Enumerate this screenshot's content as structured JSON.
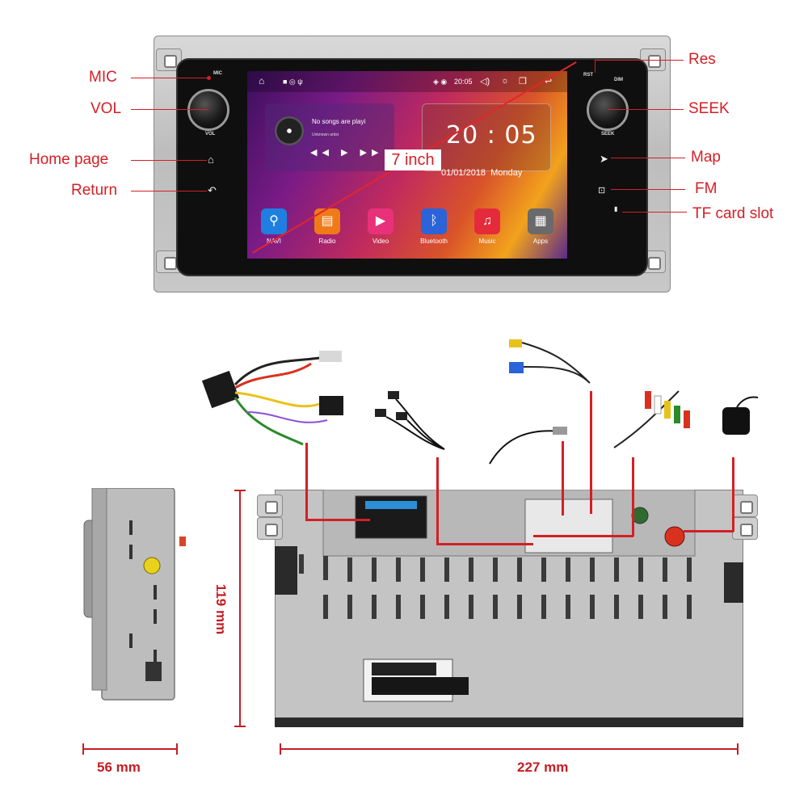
{
  "device": {
    "bezel_labels": {
      "mic": "MIC",
      "rst": "RST",
      "dim": "DIM",
      "vol": "VOL",
      "seek": "SEEK"
    },
    "status_bar": {
      "time": "20:05"
    },
    "music_widget": {
      "song": "No songs are playi",
      "artist": "Unknown artist",
      "controls": "◀◀ ▶ ▶▶"
    },
    "clock_widget": {
      "time": "20 : 05",
      "date": "01/01/2018",
      "day": "Monday"
    },
    "apps": [
      {
        "label": "NAVI",
        "icon": "map-pin-icon",
        "color": "#1f7fe0"
      },
      {
        "label": "Radio",
        "icon": "radio-icon",
        "color": "#f07a18"
      },
      {
        "label": "Video",
        "icon": "video-icon",
        "color": "#e8317a"
      },
      {
        "label": "Bluetooth",
        "icon": "bluetooth-icon",
        "color": "#2b63d9"
      },
      {
        "label": "Music",
        "icon": "music-note-icon",
        "color": "#e52b3b"
      },
      {
        "label": "Apps",
        "icon": "grid-icon",
        "color": "#6a6a6a"
      }
    ],
    "screen_size": "7 inch"
  },
  "callouts": {
    "left": [
      "MIC",
      "VOL",
      "Home page",
      "Return"
    ],
    "right": [
      "Res",
      "SEEK",
      "Map",
      "FM",
      "TF card slot"
    ]
  },
  "dimensions": {
    "depth": "56 mm",
    "width": "227 mm",
    "height": "119 mm"
  },
  "colors": {
    "accent": "#d41f26",
    "chassis": "#c4c4c4"
  }
}
